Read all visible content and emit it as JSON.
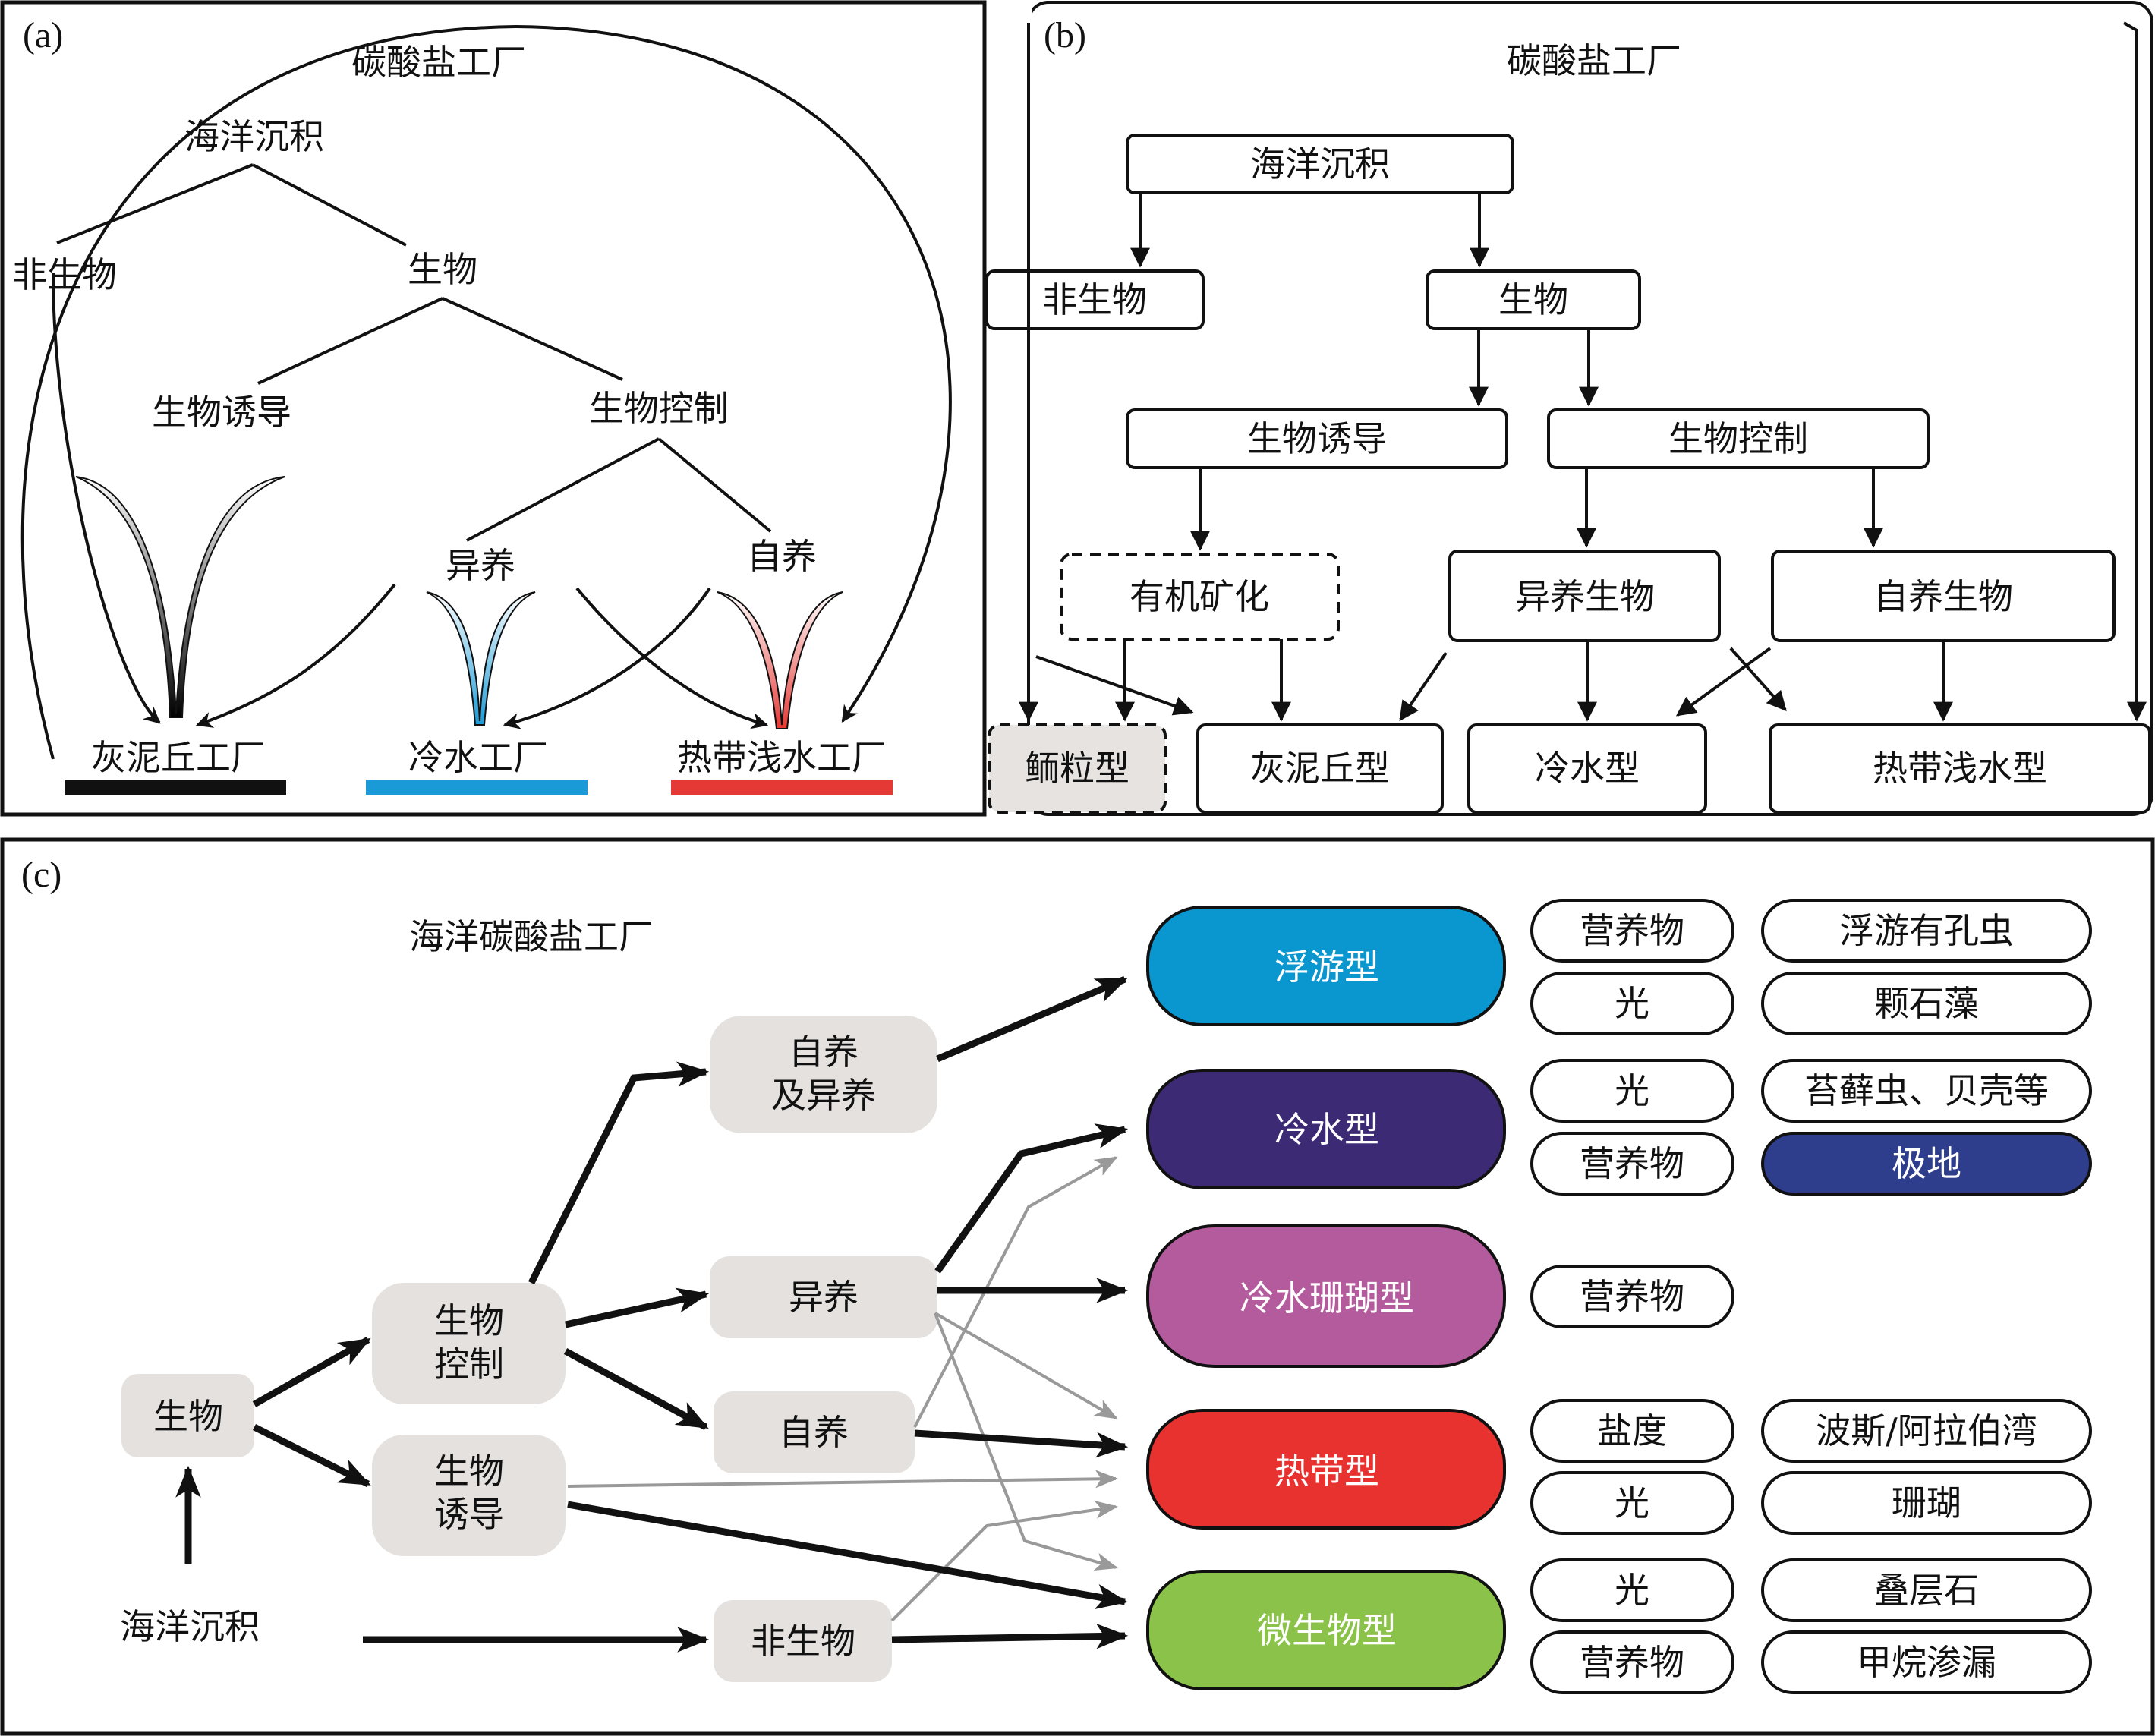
{
  "colors": {
    "cold": "#1a9ad6",
    "tropical": "#e53935",
    "mud": "#111111",
    "pelagic": "#0a96cf",
    "coldwater": "#3c2a74",
    "coldcoral": "#b45b9e",
    "tropical_pill": "#e8322f",
    "microbial": "#8bc34a",
    "polar": "#2e3d8c",
    "gray_box": "#e4e1df",
    "ooid_box": "#e6e3e1"
  },
  "panel_a": {
    "tag": "(a)",
    "title": "碳酸盐工厂",
    "marine": "海洋沉积",
    "abiotic": "非生物",
    "biotic": "生物",
    "induced": "生物诱导",
    "controlled": "生物控制",
    "heterotroph": "异养",
    "autotroph": "自养",
    "mud_factory": "灰泥丘工厂",
    "cold_factory": "冷水工厂",
    "tropical_factory": "热带浅水工厂"
  },
  "panel_b": {
    "tag": "(b)",
    "title": "碳酸盐工厂",
    "marine": "海洋沉积",
    "abiotic": "非生物",
    "biotic": "生物",
    "induced": "生物诱导",
    "controlled": "生物控制",
    "organic": "有机矿化",
    "hetero": "异养生物",
    "auto": "自养生物",
    "ooid": "鲕粒型",
    "mud": "灰泥丘型",
    "cold": "冷水型",
    "tropical": "热带浅水型"
  },
  "panel_c": {
    "tag": "(c)",
    "title": "海洋碳酸盐工厂",
    "biotic": "生物",
    "controlled_1": "生物",
    "controlled_2": "控制",
    "induced_1": "生物",
    "induced_2": "诱导",
    "auto_hetero_1": "自养",
    "auto_hetero_2": "及异养",
    "hetero": "异养",
    "auto": "自养",
    "abiotic": "非生物",
    "marine": "海洋沉积",
    "types": [
      "浮游型",
      "冷水型",
      "冷水珊瑚型",
      "热带型",
      "微生物型"
    ],
    "factors": {
      "pelagic": [
        "营养物",
        "光"
      ],
      "coldwater": [
        "光",
        "营养物"
      ],
      "coldcoral": [
        "营养物"
      ],
      "tropical": [
        "盐度",
        "光"
      ],
      "microbial": [
        "光",
        "营养物"
      ]
    },
    "examples": {
      "pelagic": [
        "浮游有孔虫",
        "颗石藻"
      ],
      "coldwater": [
        "苔藓虫、贝壳等",
        "极地"
      ],
      "tropical": [
        "波斯/阿拉伯湾",
        "珊瑚"
      ],
      "microbial": [
        "叠层石",
        "甲烷渗漏"
      ]
    }
  }
}
